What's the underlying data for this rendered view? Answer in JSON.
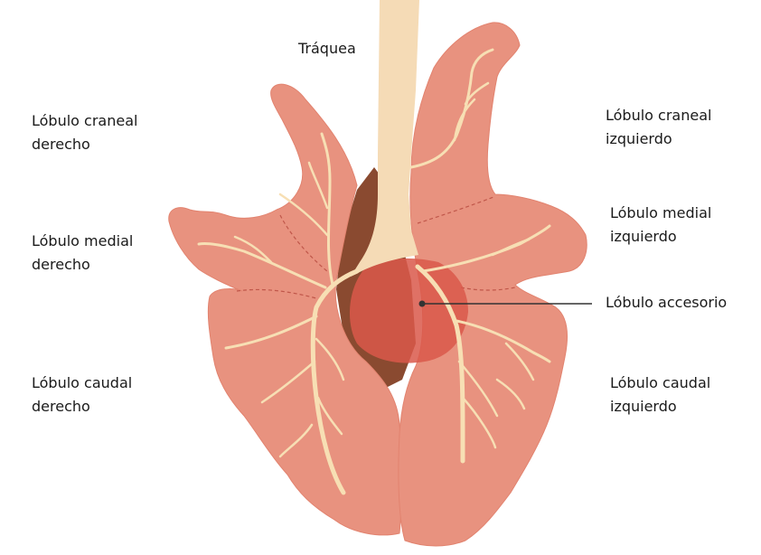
{
  "labels": {
    "trachea": "Tráquea",
    "right_cranial": [
      "Lóbulo craneal",
      "derecho"
    ],
    "right_medial": [
      "Lóbulo medial",
      "derecho"
    ],
    "right_caudal": [
      "Lóbulo caudal",
      "derecho"
    ],
    "left_cranial": [
      "Lóbulo craneal",
      "izquierdo"
    ],
    "left_medial": [
      "Lóbulo medial",
      "izquierdo"
    ],
    "accessory": "Lóbulo accesorio",
    "left_caudal": [
      "Lóbulo caudal",
      "izquierdo"
    ]
  },
  "colors": {
    "lung": "#e8927f",
    "lung_outline": "#e2836f",
    "lobe_line": "#c0574a",
    "heart_dark": "#8a4a30",
    "accessory": "#d9584a",
    "trachea": "#f5dbb6",
    "bronchi": "#f7dfb4",
    "pointer": "#333333"
  }
}
